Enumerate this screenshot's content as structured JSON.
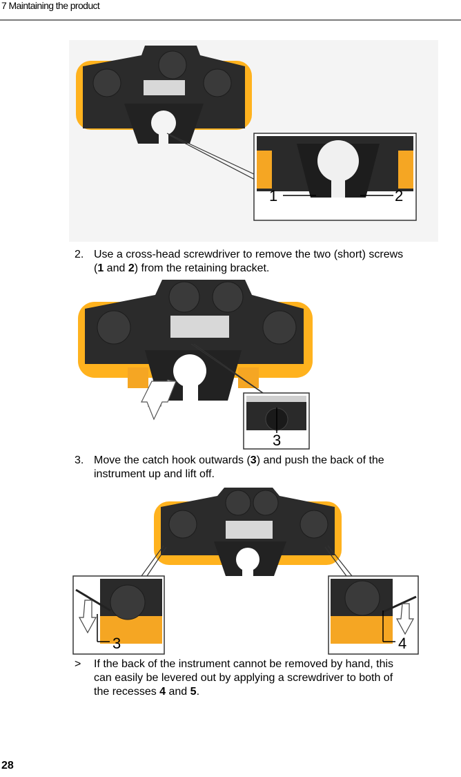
{
  "header": {
    "title": "7 Maintaining the product"
  },
  "figure1": {
    "callout_1": "1",
    "callout_2": "2"
  },
  "step2": {
    "number": "2.",
    "line1": "Use a cross-head screwdriver to remove the two (short) screws",
    "line2_prefix": "(",
    "line2_b1": "1",
    "line2_mid": " and ",
    "line2_b2": "2",
    "line2_suffix": ") from the retaining bracket."
  },
  "figure2": {
    "callout_3": "3"
  },
  "step3": {
    "number": "3.",
    "line1_prefix": "Move the catch hook outwards (",
    "line1_b": "3",
    "line1_suffix": ") and push the back of the",
    "line2": "instrument up and lift off."
  },
  "figure3": {
    "callout_3": "3",
    "callout_4": "4"
  },
  "result": {
    "marker": ">",
    "line1": "If the back of the instrument cannot be removed by hand, this",
    "line2": "can easily be levered out by applying a screwdriver to both of",
    "line3_prefix": "the recesses ",
    "line3_b1": "4",
    "line3_mid": " and ",
    "line3_b2": "5",
    "line3_suffix": "."
  },
  "footer": {
    "page_number": "28"
  },
  "colors": {
    "device_body": "#2a2a2a",
    "device_bumper": "#f5a623",
    "rule": "#7a7a7a"
  }
}
